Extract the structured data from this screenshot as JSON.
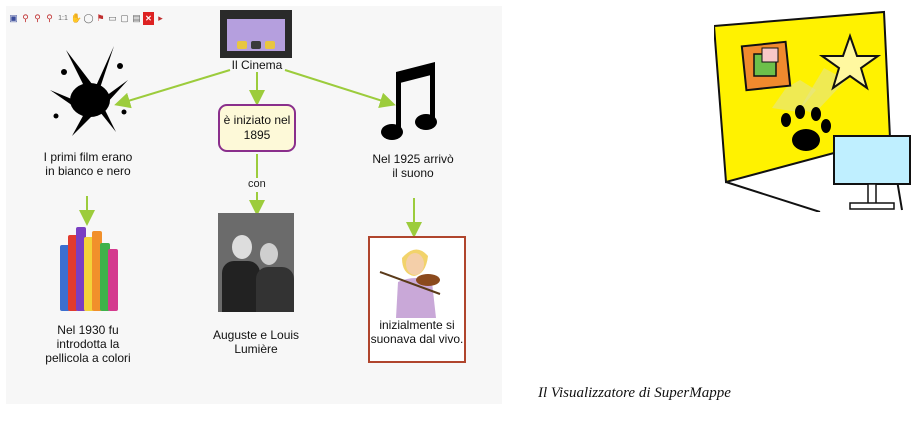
{
  "toolbar": {
    "buttons": [
      {
        "name": "save-icon",
        "glyph": "▣"
      },
      {
        "name": "zoom-in-icon",
        "glyph": "⚲"
      },
      {
        "name": "zoom-out-icon",
        "glyph": "⚲"
      },
      {
        "name": "zoom-fit-icon",
        "glyph": "⚲"
      },
      {
        "name": "actual-size-icon",
        "glyph": "1:1"
      },
      {
        "name": "pan-hand-icon",
        "glyph": "✋"
      },
      {
        "name": "speech-icon",
        "glyph": "◯"
      },
      {
        "name": "flag-icon",
        "glyph": "⚑"
      },
      {
        "name": "page-icon",
        "glyph": "▭"
      },
      {
        "name": "fullscreen-icon",
        "glyph": "▢"
      },
      {
        "name": "print-icon",
        "glyph": "▤"
      },
      {
        "name": "close-icon",
        "glyph": "✕"
      },
      {
        "name": "arrow-right-icon",
        "glyph": "▸"
      }
    ]
  },
  "map": {
    "root_label": "Il Cinema",
    "concept_box": "è iniziato nel 1895",
    "left_node": "I primi film erano in bianco e nero",
    "right_node": "Nel 1925 arrivò il suono",
    "edge_label_con": "con",
    "left_bottom": "Nel 1930 fu introdotta la pellicola a colori",
    "center_bottom": "Auguste e Louis Lumière",
    "right_bottom": "inizialmente si suonava dal vivo."
  },
  "caption": "Il Visualizzatore di SuperMappe",
  "colors": {
    "link_green": "#9ccc3c",
    "concept_border": "#8a2f8c",
    "concept_fill": "#fdf9d8",
    "frame_red": "#b0452d",
    "logo_yellow": "#fff200",
    "logo_monitor": "#bfefff"
  }
}
